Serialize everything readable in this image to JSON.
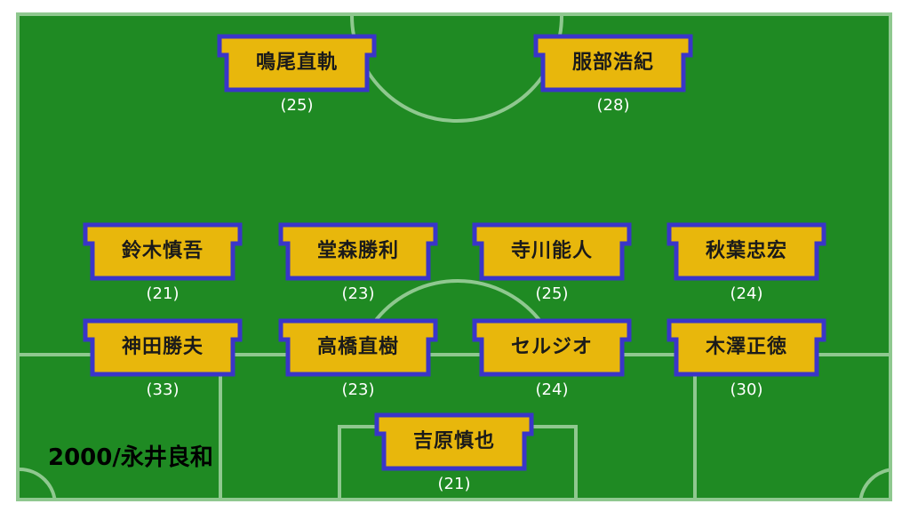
{
  "colors": {
    "pitch": "#1f8a23",
    "lines": "#8fc88f",
    "shirt_fill": "#e8b70c",
    "shirt_border": "#3a35c9",
    "age_text": "#ffffff"
  },
  "caption": "2000/永井良和",
  "players": [
    {
      "id": "narao",
      "name": "鳴尾直軌",
      "age": "(25)"
    },
    {
      "id": "hattori",
      "name": "服部浩紀",
      "age": "(28)"
    },
    {
      "id": "suzuki",
      "name": "鈴木慎吾",
      "age": "(21)"
    },
    {
      "id": "domori",
      "name": "堂森勝利",
      "age": "(23)"
    },
    {
      "id": "terakawa",
      "name": "寺川能人",
      "age": "(25)"
    },
    {
      "id": "akiba",
      "name": "秋葉忠宏",
      "age": "(24)"
    },
    {
      "id": "kanda",
      "name": "神田勝夫",
      "age": "(33)"
    },
    {
      "id": "takahashi",
      "name": "高橋直樹",
      "age": "(23)"
    },
    {
      "id": "sergio",
      "name": "セルジオ",
      "age": "(24)"
    },
    {
      "id": "kizawa",
      "name": "木澤正徳",
      "age": "(30)"
    },
    {
      "id": "yoshihara",
      "name": "吉原慎也",
      "age": "(21)"
    }
  ]
}
